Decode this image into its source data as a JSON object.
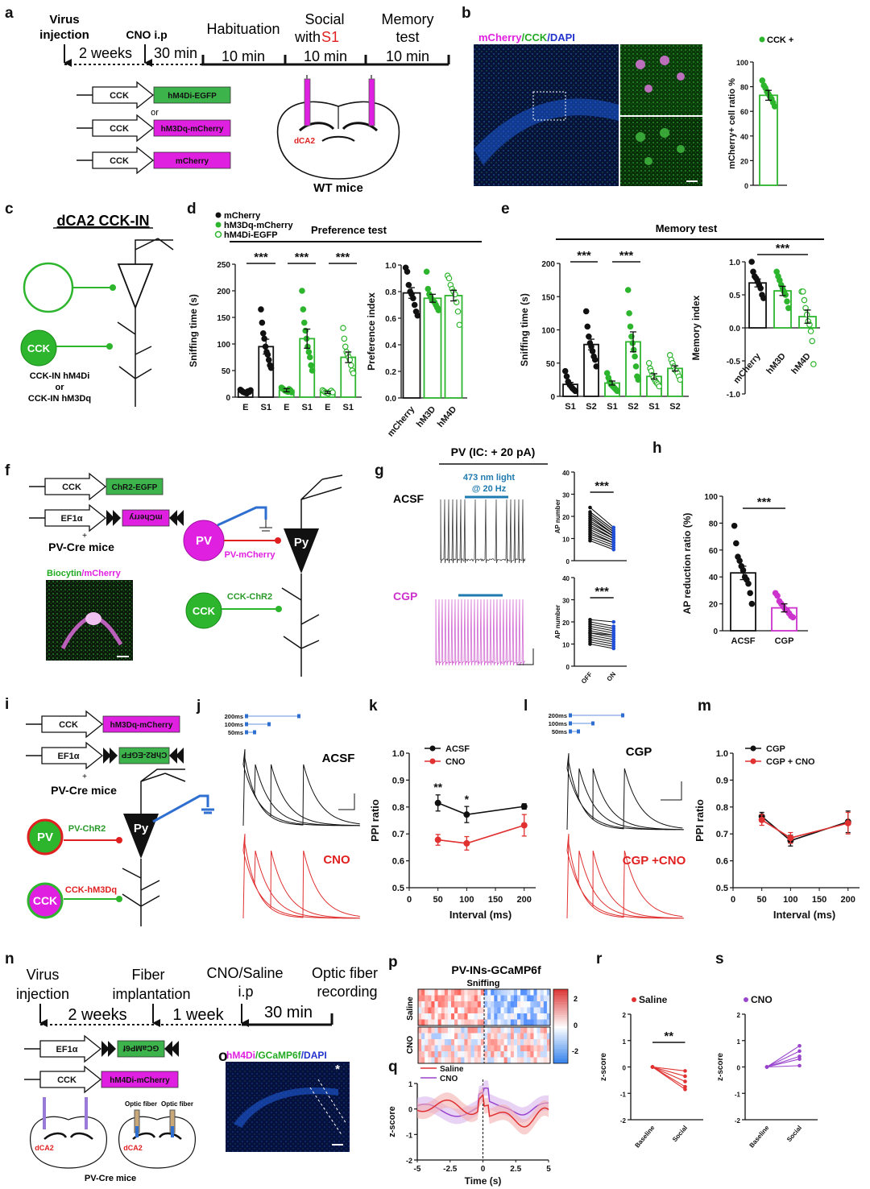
{
  "panels": [
    "a",
    "b",
    "c",
    "d",
    "e",
    "f",
    "g",
    "h",
    "i",
    "j",
    "k",
    "l",
    "m",
    "n",
    "o",
    "p",
    "q",
    "r",
    "s"
  ],
  "a": {
    "virus": [
      "Virus",
      "injection"
    ],
    "cno": "CNO i.p",
    "weeks": "2 weeks",
    "min30": "30 min",
    "stages": [
      {
        "name": "Habituation",
        "dur": "10 min"
      },
      {
        "name": "Social",
        "name2": "with ",
        "name2_red": "S1",
        "dur": "10 min"
      },
      {
        "name": "Memory",
        "name2": "test",
        "dur": "10 min"
      }
    ],
    "constructs": [
      {
        "promoter": "CCK",
        "gene": "hM4Di-EGFP",
        "color": "#3cb44b"
      },
      {
        "promoter": "CCK",
        "gene": "hM3Dq-mCherry",
        "color": "#e020e0"
      },
      {
        "promoter": "CCK",
        "gene": "mCherry",
        "color": "#e020e0"
      }
    ],
    "or": "or",
    "region": "dCA2",
    "mice": "WT mice"
  },
  "b": {
    "title_parts": [
      {
        "t": "mCherry",
        "c": "#e020e0"
      },
      {
        "t": "/CCK",
        "c": "#22aa22"
      },
      {
        "t": "/DAPI",
        "c": "#2233cc"
      }
    ],
    "legend": "CCK +",
    "ylabel": "mCherry+ cell ratio %"
  },
  "c": {
    "title": "dCA2 CCK-IN",
    "cck": "CCK",
    "caption": [
      "CCK-IN hM4Di",
      "or",
      "CCK-IN hM3Dq"
    ]
  },
  "d": {
    "legend": [
      "mCherry",
      "hM3Dq-mCherry",
      "hM4Di-EGFP"
    ],
    "title": "Preference test",
    "sig": "***"
  },
  "e": {
    "title": "Memory test",
    "sig": "***"
  },
  "f": {
    "constructs": [
      {
        "promoter": "CCK",
        "gene": "ChR2-EGFP",
        "color": "#3cb44b"
      },
      {
        "promoter": "EF1α",
        "gene": "mCherry",
        "color": "#e020e0"
      }
    ],
    "plus": "+",
    "mice": "PV-Cre mice",
    "img_title_parts": [
      {
        "t": "Biocytin",
        "c": "#22aa22"
      },
      {
        "t": "/mCherry",
        "c": "#e020e0"
      }
    ],
    "pv": "PV",
    "py": "Py",
    "cck": "CCK",
    "pv_label": "PV-mCherry",
    "cck_label": "CCK-ChR2"
  },
  "g": {
    "title": "PV (IC: + 20 pA)",
    "light": [
      "473 nm light",
      "@ 20 Hz"
    ],
    "acsf": "ACSF",
    "cgp": "CGP",
    "sig": "***"
  },
  "i": {
    "constructs": [
      {
        "promoter": "CCK",
        "gene": "hM3Dq-mCherry",
        "color": "#e020e0"
      },
      {
        "promoter": "EF1α",
        "gene": "ChR2-EGFP",
        "color": "#3cb44b"
      }
    ],
    "plus": "+",
    "mice": "PV-Cre mice",
    "pv": "PV",
    "py": "Py",
    "cck": "CCK",
    "pv_label": "PV-ChR2",
    "cck_label": "CCK-hM3Dq"
  },
  "j": {
    "intervals": [
      "200ms",
      "100ms",
      "50ms"
    ],
    "top": "ACSF",
    "bottom": "CNO"
  },
  "k": {
    "stars": [
      "**",
      "*"
    ]
  },
  "l": {
    "intervals": [
      "200ms",
      "100ms",
      "50ms"
    ],
    "top": "CGP",
    "bottom": "CGP +CNO"
  },
  "n": {
    "virus": [
      "Virus",
      "injection"
    ],
    "fiber": [
      "Fiber",
      "implantation"
    ],
    "cno": [
      "CNO/Saline",
      "i.p"
    ],
    "optic": [
      "Optic fiber",
      "recording"
    ],
    "weeks2": "2 weeks",
    "week1": "1 week",
    "min30": "30 min",
    "constructs": [
      {
        "promoter": "EF1α",
        "gene": "GCaMP6f",
        "color": "#3cb44b"
      },
      {
        "promoter": "CCK",
        "gene": "hM4Di-mCherry",
        "color": "#e020e0"
      }
    ],
    "region": "dCA2",
    "optic_fiber": "Optic fiber",
    "mice": "PV-Cre mice"
  },
  "o": {
    "title_parts": [
      {
        "t": "hM4Di",
        "c": "#e020e0"
      },
      {
        "t": "/GCaMP6f",
        "c": "#22aa22"
      },
      {
        "t": "/DAPI",
        "c": "#2233cc"
      }
    ],
    "star": "*"
  },
  "p": {
    "title": "PV-INs-GCaMP6f",
    "event": "Sniffing",
    "rows": [
      "Saline",
      "CNO"
    ],
    "cbar": [
      "2",
      "0",
      "-2"
    ]
  },
  "r": {
    "sig": "**"
  },
  "colors": {
    "black": "#111111",
    "green": "#2db52d",
    "magenta": "#cc33cc",
    "red": "#e03030",
    "blue": "#1f4fd8",
    "purple": "#9944cc"
  },
  "chart_data": [
    {
      "id": "b",
      "type": "bar",
      "categories": [
        ""
      ],
      "series": [
        {
          "name": "CCK +",
          "values": [
            73
          ],
          "points": [
            85,
            81,
            79,
            76,
            74,
            72,
            70,
            67,
            64
          ]
        }
      ],
      "ylabel": "mCherry+ cell ratio %",
      "ylim": [
        0,
        100
      ],
      "yticks": [
        0,
        20,
        40,
        60,
        80,
        100
      ]
    },
    {
      "id": "d1",
      "type": "bar",
      "categories": [
        "E",
        "S1",
        "E",
        "S1",
        "E",
        "S1"
      ],
      "series": [
        {
          "name": "",
          "values": [
            10,
            95,
            13,
            110,
            9,
            75
          ],
          "points": [
            [
              14,
              12,
              10,
              9,
              8,
              7,
              11,
              10,
              13
            ],
            [
              165,
              140,
              120,
              110,
              95,
              85,
              80,
              70,
              60,
              55
            ],
            [
              18,
              16,
              14,
              12,
              11,
              10,
              15,
              13,
              9
            ],
            [
              200,
              165,
              140,
              125,
              110,
              95,
              85,
              75,
              60,
              50
            ],
            [
              13,
              11,
              9,
              8,
              7,
              10,
              12,
              9
            ],
            [
              130,
              110,
              95,
              85,
              80,
              75,
              70,
              60,
              50,
              45
            ]
          ]
        }
      ],
      "ylabel": "Sniffing time (s)",
      "ylim": [
        0,
        250
      ],
      "yticks": [
        0,
        50,
        100,
        150,
        200,
        250
      ]
    },
    {
      "id": "d2",
      "type": "bar",
      "categories": [
        "mCherry",
        "hM3D",
        "hM4D"
      ],
      "series": [
        {
          "name": "",
          "values": [
            0.79,
            0.75,
            0.77
          ],
          "points": [
            [
              0.98,
              0.95,
              0.85,
              0.8,
              0.78,
              0.75,
              0.7,
              0.65,
              0.62
            ],
            [
              0.95,
              0.82,
              0.78,
              0.76,
              0.74,
              0.73,
              0.72,
              0.7,
              0.68,
              0.66
            ],
            [
              0.92,
              0.9,
              0.85,
              0.82,
              0.8,
              0.78,
              0.72,
              0.65,
              0.55
            ]
          ]
        }
      ],
      "ylabel": "Preference index",
      "ylim": [
        0,
        1.0
      ],
      "yticks": [
        0.0,
        0.2,
        0.4,
        0.6,
        0.8,
        1.0
      ]
    },
    {
      "id": "e1",
      "type": "bar",
      "categories": [
        "S1",
        "S2",
        "S1",
        "S2",
        "S1",
        "S2"
      ],
      "series": [
        {
          "name": "",
          "values": [
            18,
            78,
            20,
            82,
            30,
            42
          ],
          "points": [
            [
              38,
              30,
              22,
              18,
              15,
              12,
              10,
              8
            ],
            [
              128,
              105,
              90,
              80,
              75,
              68,
              60,
              55,
              45
            ],
            [
              35,
              28,
              22,
              18,
              16,
              14,
              12,
              10,
              8
            ],
            [
              160,
              125,
              105,
              90,
              80,
              70,
              60,
              45,
              30,
              25
            ],
            [
              50,
              42,
              38,
              32,
              28,
              25,
              22,
              20,
              18,
              15
            ],
            [
              62,
              55,
              50,
              45,
              40,
              38,
              35,
              30,
              25
            ]
          ]
        }
      ],
      "ylabel": "Sniffing time (s)",
      "ylim": [
        0,
        200
      ],
      "yticks": [
        0,
        50,
        100,
        150,
        200
      ]
    },
    {
      "id": "e2",
      "type": "bar",
      "categories": [
        "mCherry",
        "hM3D",
        "hM4D"
      ],
      "series": [
        {
          "name": "",
          "values": [
            0.68,
            0.56,
            0.17
          ],
          "points": [
            [
              1.0,
              0.85,
              0.78,
              0.75,
              0.7,
              0.65,
              0.6,
              0.5,
              0.45
            ],
            [
              0.85,
              0.78,
              0.72,
              0.65,
              0.6,
              0.55,
              0.5,
              0.4,
              0.3
            ],
            [
              0.55,
              0.55,
              0.42,
              0.3,
              0.2,
              0.1,
              0.05,
              -0.05,
              -0.2,
              -0.55
            ]
          ]
        }
      ],
      "ylabel": "Memory index",
      "ylim": [
        -1.0,
        1.0
      ],
      "yticks": [
        -1.0,
        -0.5,
        0.0,
        0.5,
        1.0
      ]
    },
    {
      "id": "g1",
      "type": "line",
      "categories": [
        "OFF",
        "ON"
      ],
      "series": [
        {
          "name": "",
          "pairs": [
            [
              24,
              15
            ],
            [
              22,
              14
            ],
            [
              21,
              13
            ],
            [
              20,
              12
            ],
            [
              19,
              12
            ],
            [
              18,
              11
            ],
            [
              17,
              11
            ],
            [
              16,
              10
            ],
            [
              15,
              10
            ],
            [
              14,
              9
            ],
            [
              13,
              8
            ],
            [
              12,
              8
            ],
            [
              11,
              7
            ],
            [
              10,
              6
            ],
            [
              9,
              5
            ]
          ]
        }
      ],
      "ylabel": "AP number",
      "ylim": [
        0,
        40
      ],
      "yticks": [
        0,
        10,
        20,
        30,
        40
      ]
    },
    {
      "id": "g2",
      "type": "line",
      "categories": [
        "OFF",
        "ON"
      ],
      "series": [
        {
          "name": "",
          "pairs": [
            [
              21,
              20
            ],
            [
              20,
              18
            ],
            [
              19,
              17
            ],
            [
              18,
              16
            ],
            [
              17,
              15
            ],
            [
              16,
              14
            ],
            [
              15,
              14
            ],
            [
              15,
              13
            ],
            [
              14,
              12
            ],
            [
              13,
              11
            ],
            [
              12,
              10
            ],
            [
              11,
              9
            ],
            [
              10,
              8
            ]
          ]
        }
      ],
      "ylabel": "AP number",
      "ylim": [
        0,
        40
      ],
      "yticks": [
        0,
        10,
        20,
        30,
        40
      ]
    },
    {
      "id": "h",
      "type": "bar",
      "categories": [
        "ACSF",
        "CGP"
      ],
      "series": [
        {
          "name": "",
          "values": [
            43,
            17
          ],
          "points": [
            [
              78,
              65,
              55,
              52,
              48,
              45,
              40,
              38,
              35,
              28,
              20
            ],
            [
              28,
              26,
              22,
              20,
              18,
              16,
              15,
              13,
              11,
              10
            ]
          ]
        }
      ],
      "ylabel": "AP reduction ratio (%)",
      "ylim": [
        0,
        100
      ],
      "yticks": [
        0,
        20,
        40,
        60,
        80,
        100
      ]
    },
    {
      "id": "k",
      "type": "line",
      "x": [
        50,
        100,
        200
      ],
      "series": [
        {
          "name": "ACSF",
          "values": [
            0.815,
            0.772,
            0.802
          ],
          "err": [
            0.03,
            0.03,
            0.01
          ]
        },
        {
          "name": "CNO",
          "values": [
            0.678,
            0.665,
            0.732
          ],
          "err": [
            0.02,
            0.025,
            0.04
          ]
        }
      ],
      "xlabel": "Interval (ms)",
      "ylabel": "PPI ratio",
      "xlim": [
        0,
        220
      ],
      "xticks": [
        0,
        50,
        100,
        150,
        200
      ],
      "ylim": [
        0.5,
        1.0
      ],
      "yticks": [
        0.5,
        0.6,
        0.7,
        0.8,
        0.9,
        1.0
      ]
    },
    {
      "id": "m",
      "type": "line",
      "x": [
        50,
        100,
        200
      ],
      "series": [
        {
          "name": "CGP",
          "values": [
            0.765,
            0.675,
            0.745
          ],
          "err": [
            0.015,
            0.02,
            0.04
          ]
        },
        {
          "name": "CGP + CNO",
          "values": [
            0.752,
            0.685,
            0.74
          ],
          "err": [
            0.02,
            0.02,
            0.04
          ]
        }
      ],
      "xlabel": "Interval (ms)",
      "ylabel": "PPI ratio",
      "xlim": [
        0,
        220
      ],
      "xticks": [
        0,
        50,
        100,
        150,
        200
      ],
      "ylim": [
        0.5,
        1.0
      ],
      "yticks": [
        0.5,
        0.6,
        0.7,
        0.8,
        0.9,
        1.0
      ]
    },
    {
      "id": "q",
      "type": "line",
      "x_range": [
        -5,
        5
      ],
      "series": [
        {
          "name": "Saline"
        },
        {
          "name": "CNO"
        }
      ],
      "xlabel": "Time (s)",
      "ylabel": "z-score",
      "xticks": [
        -5,
        -2.5,
        0,
        2.5,
        5
      ],
      "ylim": [
        -2,
        1
      ],
      "yticks": [
        -2,
        -1,
        0,
        1
      ]
    },
    {
      "id": "r",
      "type": "line",
      "categories": [
        "Baseline",
        "Social"
      ],
      "series": [
        {
          "name": "Saline",
          "pairs": [
            [
              0,
              -0.15
            ],
            [
              0,
              -0.35
            ],
            [
              0,
              -0.55
            ],
            [
              0,
              -0.75
            ],
            [
              0,
              -0.85
            ]
          ]
        }
      ],
      "ylabel": "z-score",
      "ylim": [
        -2,
        2
      ],
      "yticks": [
        -2,
        -1,
        0,
        1,
        2
      ]
    },
    {
      "id": "s",
      "type": "line",
      "categories": [
        "Baseline",
        "Social"
      ],
      "series": [
        {
          "name": "CNO",
          "pairs": [
            [
              0,
              0.8
            ],
            [
              0,
              0.6
            ],
            [
              0,
              0.4
            ],
            [
              0,
              0.3
            ],
            [
              0,
              0.05
            ]
          ]
        }
      ],
      "ylabel": "z-score",
      "ylim": [
        -2,
        2
      ],
      "yticks": [
        -2,
        -1,
        0,
        1,
        2
      ]
    }
  ]
}
